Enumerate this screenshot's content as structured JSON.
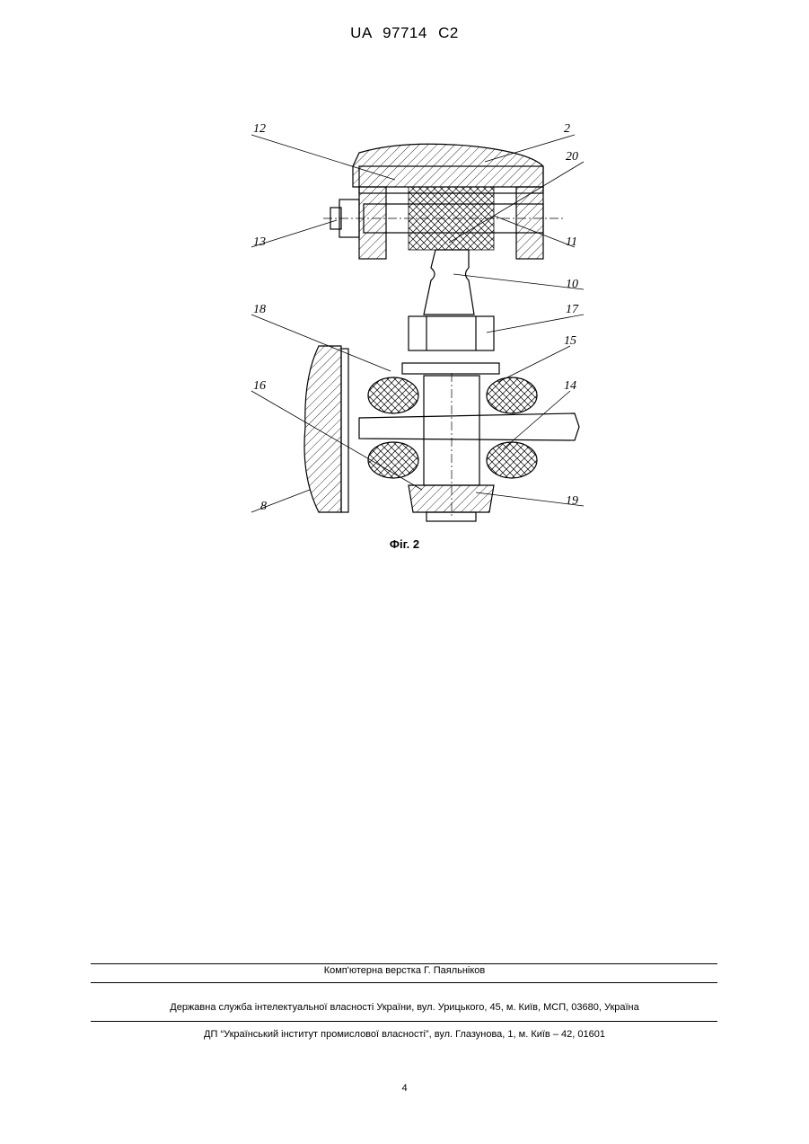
{
  "header": {
    "patent_id": "UA   97714   C2"
  },
  "figure": {
    "caption": "Фіг. 2",
    "labels": [
      "12",
      "2",
      "20",
      "13",
      "11",
      "10",
      "18",
      "17",
      "15",
      "16",
      "14",
      "8",
      "19"
    ]
  },
  "footer": {
    "layout_credit": "Комп'ютерна верстка Г. Паяльніков",
    "agency": "Державна служба інтелектуальної власності України, вул. Урицького, 45, м. Київ, МСП, 03680, Україна",
    "institute": "ДП “Український інститут промислової власності”, вул. Глазунова, 1, м. Київ – 42, 01601"
  },
  "page_number": "4"
}
